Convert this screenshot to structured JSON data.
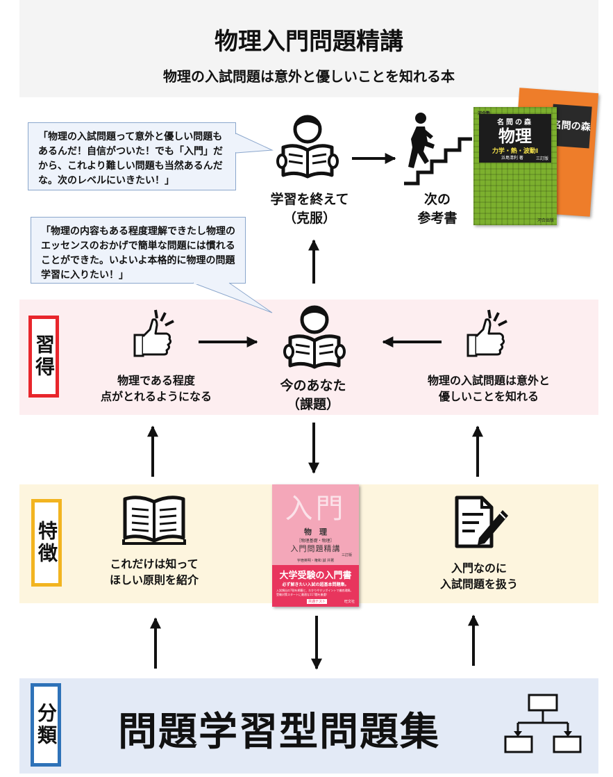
{
  "header": {
    "title": "物理入門問題精講",
    "subtitle": "物理の入試問題は意外と優しいことを知れる本"
  },
  "bubbles": {
    "top": "「物理の入試問題って意外と優しい問題もあるんだ！自信がついた！でも「入門」だから、これより難しい問題も当然あるんだな。次のレベルにいきたい！」",
    "middle": "「物理の内容もある程度理解できたし物理のエッセンスのおかげで簡単な問題には慣れることができた。いよいよ本格的に物理の問題学習に入りたい！」"
  },
  "top_row": {
    "after_study": "学習を終えて\n（克服）",
    "next_book": "次の\n参考書"
  },
  "next_book_cover": {
    "publisher_tag": "河合塾",
    "series": "名問の森",
    "subject": "物理",
    "subtitle": "力学・熱・波動Ⅰ",
    "edition": "三訂版",
    "author": "浜島清利 著",
    "back_series": "名問の森",
    "footer": "河合出版"
  },
  "shutoku": {
    "tag": "習得",
    "left_label": "物理である程度\n点がとれるようになる",
    "center_label": "今のあなた\n（課題）",
    "right_label": "物理の入試問題は意外と\n優しいことを知れる"
  },
  "tokucho": {
    "tag": "特徴",
    "left_label": "これだけは知って\nほしい原則を紹介",
    "right_label": "入門なのに\n入試問題を扱う"
  },
  "book_cover": {
    "big": "入門",
    "subject": "物　理",
    "range": "［物理基礎・物理］",
    "title": "入門問題精講",
    "edition": "三訂版",
    "authors": "宇宿英明・権和 誠 共著",
    "banner": "大学受験の入門書",
    "banner_sub": "必ず解きたい入試の超基本問題集。",
    "desc1": "入試頻出の7割を網羅と、わかりやすいポイントで徹底理解。",
    "desc2": "受験対策スタートに最適な117題を厳選！",
    "badge": "共通テスト",
    "publisher": "旺文社"
  },
  "bunrui": {
    "tag": "分類",
    "main": "問題学習型問題集"
  },
  "colors": {
    "shutoku_border": "#e8262c",
    "tokucho_border": "#f2b420",
    "bunrui_border": "#2e72b8",
    "book_pink": "#f4a7b9",
    "book_red": "#e8355d",
    "next_book_green": "#7cb02e",
    "next_book_orange": "#ee7d2a"
  }
}
